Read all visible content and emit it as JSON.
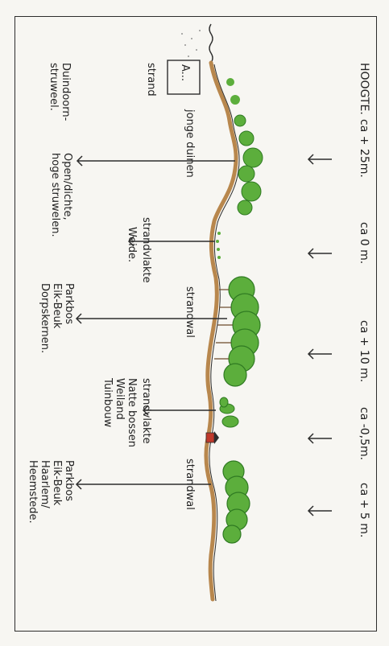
{
  "diagram": {
    "height_heading": "HOOGTE.",
    "height_labels": [
      "ca + 25m.",
      "ca 0 m.",
      "ca + 10 m.",
      "ca -0,5m.",
      "ca + 5 m."
    ],
    "box_label": "A...",
    "landforms": {
      "strand": "strand",
      "jonge_duinen": "jonge duinen",
      "strandvlakte_1": "strandvlakte",
      "strandwal_1": "strandwal",
      "strandvlakte_2": "strandvlakte",
      "strandwal_2": "strandwal"
    },
    "zone_texts": {
      "weide": "Weide.",
      "natte_line1": "Natte bossen",
      "natte_line2": "Weiland",
      "natte_line3": "Tuinbouw"
    },
    "bottom_labels": {
      "duindoorn_line1": "Duindoorn-",
      "duindoorn_line2": "struweel.",
      "open_line1": "Open/dichte,",
      "open_line2": "hoge struwelen.",
      "parkbos1_line1": "Parkbos",
      "parkbos1_line2": "Eik-Beuk",
      "parkbos1_line3": "Dorpskernen.",
      "parkbos2_line1": "Parkbos",
      "parkbos2_line2": "Eik-Beuk",
      "parkbos2_line3": "Haarlem/",
      "parkbos2_line4": "Heemstede."
    },
    "colors": {
      "ground": "#b8874d",
      "tree_fill": "#5cae3c",
      "tree_dark": "#2f7a22",
      "line": "#2d2d2d",
      "accent_red": "#c0392b"
    }
  }
}
